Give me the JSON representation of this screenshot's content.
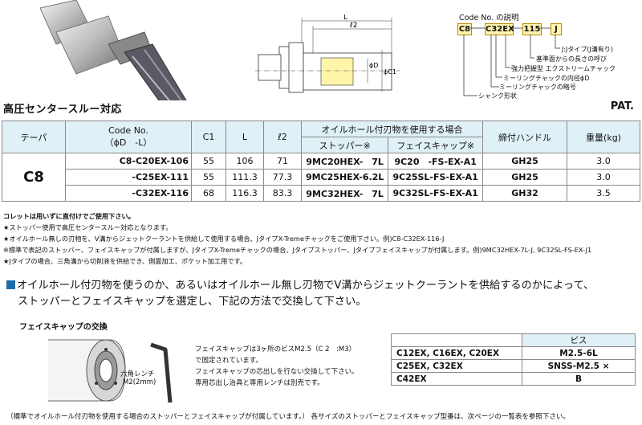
{
  "code_explain": {
    "title": "Code No. の説明",
    "parts": [
      "C8",
      "C32EX",
      "115",
      "J"
    ],
    "labels": [
      "J:Jタイプ(J溝有り)",
      "基準面からの長さの呼び",
      "強力把握型 エクストリームチャック",
      "ミーリングチャックの内径ϕD",
      "ミーリングチャックの略号",
      "シャンク形状"
    ]
  },
  "drawing": {
    "dim_L": "L",
    "dim_l2": "ℓ2",
    "dim_phiD": "ϕD",
    "dim_phiC1": "ϕC1"
  },
  "section_title": "高圧センタースルー対応",
  "pat": "PAT.",
  "table": {
    "headers": {
      "teeba": "テーパ",
      "code": "Code No.",
      "code_sub": "（ϕD　-L）",
      "c1": "C1",
      "l": "L",
      "l2": "ℓ2",
      "oil_group": "オイルホール付刃物を使用する場合",
      "stopper": "ストッパー※",
      "facecap": "フェイスキャップ※",
      "handle": "締付ハンドル",
      "weight": "重量(kg)"
    },
    "taper": "C8",
    "rows": [
      {
        "code": "C8-C20EX-106",
        "c1": "55",
        "l": "106",
        "l2": "71",
        "stopper": "9MC20HEX-　7L",
        "facecap": "9C20　-FS-EX-A1",
        "handle": "GH25",
        "weight": "3.0"
      },
      {
        "code": "-C25EX-111",
        "c1": "55",
        "l": "111.3",
        "l2": "77.3",
        "stopper": "9MC25HEX-6.2L",
        "facecap": "9C25SL-FS-EX-A1",
        "handle": "GH25",
        "weight": "3.0"
      },
      {
        "code": "-C32EX-116",
        "c1": "68",
        "l": "116.3",
        "l2": "83.3",
        "stopper": "9MC32HEX-　7L",
        "facecap": "9C32SL-FS-EX-A1",
        "handle": "GH32",
        "weight": "3.5"
      }
    ]
  },
  "notes": [
    "コレットは用いずに直付けでご使用下さい。",
    "★ストッパー使用で高圧センタースルー対応となります。",
    "★オイルホール無しの刃物を、V溝からジェットクーラントを供給して使用する場合、JタイプX-Tremeチャックをご使用下さい。例)C8-C32EX-116-J",
    "※標準で表記のストッパー、フェイスキャップが付属しますが、JタイプX-Tremeチャックの場合、Jタイプストッパー、Jタイプフェイスキャップが付属します。例)9MC32HEX-7L-J, 9C32SL-FS-EX-J1",
    "★Jタイプの場合、三角溝から切削液を供給でき、側面加工、ポケット加工用です。"
  ],
  "lead": [
    "オイルホール付刃物を使うのか、あるいはオイルホール無し刃物でV溝からジェットクーラントを供給するのかによって、",
    "ストッパーとフェイスキャップを選定し、下記の方法で交換して下さい。"
  ],
  "facecap": {
    "subtitle": "フェイスキャップの交換",
    "wrench_label1": "六角レンチ",
    "wrench_label2": "M2(2mm)",
    "lines": [
      "フェイスキャップは3ヶ所のビスM2.5（C 2　:M3）",
      "で固定されています。",
      "フェイスキャップの芯出しを行ない交換して下さい。",
      "専用芯出し治具と専用レンチは別売です。"
    ]
  },
  "screw_table": {
    "header": "ビス",
    "rows": [
      {
        "size": "C12EX, C16EX, C20EX",
        "screw": "M2.5-6L"
      },
      {
        "size": "C25EX, C32EX",
        "screw": "SNSS-M2.5 ×"
      },
      {
        "size": "C42EX",
        "screw": "B"
      }
    ]
  },
  "footer": "（標準でオイルホール付刃物を使用する場合のストッパーとフェイスキャップが付属しています。） 各サイズのストッパーとフェイスキャップ型番は、次ページの一覧表を参照下さい。"
}
